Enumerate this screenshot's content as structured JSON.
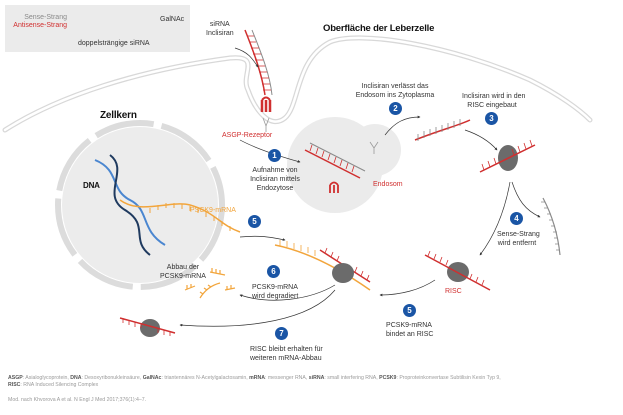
{
  "legend": {
    "sense_label": "Sense-Strang",
    "antisense_label": "Antisense-Strang",
    "galnac_label": "GalNAc",
    "sirna_label": "doppelsträngige siRNA"
  },
  "colors": {
    "sense": "#8a8a8a",
    "antisense": "#d02f2f",
    "mrna": "#f2a53c",
    "dna_dark": "#1f3a5f",
    "dna_light": "#4a86d0",
    "step_badge": "#1a55a5",
    "risc": "#6b6b6b",
    "membrane": "#d8d8d8"
  },
  "labels": {
    "sirna_inclisiran": [
      "siRNA",
      "Inclisiran"
    ],
    "liver_surface": "Oberfläche der Leberzelle",
    "nucleus": "Zellkern",
    "dna": "DNA",
    "pcsk9_mrna": "PSCK9-mRNA",
    "asgp_receptor": "ASGP-Rezeptor",
    "endosome": "Endosom",
    "risc": "RISC",
    "degradation": [
      "Abbau der",
      "PCSK9-mRNA"
    ]
  },
  "steps": [
    {
      "number": "1",
      "text": [
        "Aufnahme von",
        "Inclisiran mittels",
        "Endozytose"
      ]
    },
    {
      "number": "2",
      "text": [
        "Inclisiran verlässt das",
        "Endosom ins Zytoplasma"
      ]
    },
    {
      "number": "3",
      "text": [
        "Inclisiran wird in den",
        "RISC eingebaut"
      ]
    },
    {
      "number": "4",
      "text": [
        "Sense-Strang",
        "wird entfernt"
      ]
    },
    {
      "number": "5",
      "text": [
        "PCSK9-mRNA",
        "bindet an RISC"
      ]
    },
    {
      "number": "5",
      "text": []
    },
    {
      "number": "6",
      "text": [
        "PCSK9-mRNA",
        "wird degradiert"
      ]
    },
    {
      "number": "7",
      "text": [
        "RISC bleibt erhalten für",
        "weiteren mRNA-Abbau"
      ]
    }
  ],
  "footer": {
    "abbreviations_line1": [
      {
        "term": "ASGP",
        "def": ": Asialoglycoprotein, "
      },
      {
        "term": "DNA",
        "def": ": Desoxyribonukleinsäure, "
      },
      {
        "term": "GalNAc",
        "def": ": triantennäres N-Acetylgalactosamin, "
      },
      {
        "term": "mRNA",
        "def": ": messenger RNA, "
      },
      {
        "term": "siRNA",
        "def": ": small interfering RNA, "
      },
      {
        "term": "PCSK9",
        "def": ": Proproteinkonvertase Subtilisin Kexin Typ 9,"
      }
    ],
    "abbreviations_line2": [
      {
        "term": "RISC",
        "def": ": RNA Induced Silencing Complex"
      }
    ],
    "citation": "Mod. nach Khvorova A et al. N Engl J Med 2017;376(1):4–7."
  }
}
